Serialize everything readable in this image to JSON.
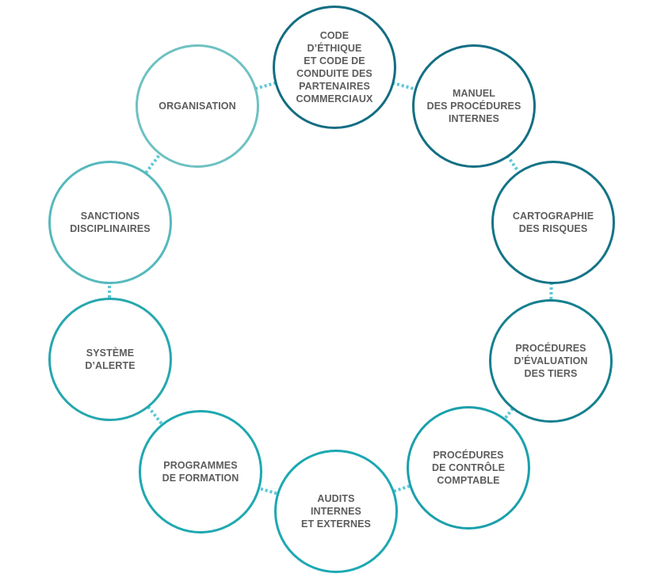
{
  "diagram": {
    "type": "cycle",
    "connector_color": "#5cc8d6",
    "nodes": [
      {
        "id": "code-ethique",
        "label": "CODE\nD’ÉTHIQUE\nET CODE DE\nCONDUITE DES\nPARTENAIRES\nCOMMERCIAUX",
        "border_color": "#136d82"
      },
      {
        "id": "manuel-procedures",
        "label": "MANUEL\nDES PROCÉDURES\nINTERNES",
        "border_color": "#136f84"
      },
      {
        "id": "cartographie-risques",
        "label": "CARTOGRAPHIE\nDES RISQUES",
        "border_color": "#147487"
      },
      {
        "id": "evaluation-tiers",
        "label": "PROCÉDURES\nD’ÉVALUATION\nDES TIERS",
        "border_color": "#16808f"
      },
      {
        "id": "controle-comptable",
        "label": "PROCÉDURES\nDE CONTRÔLE\nCOMPTABLE",
        "border_color": "#1aa0ab"
      },
      {
        "id": "audits",
        "label": "AUDITS\nINTERNES\nET EXTERNES",
        "border_color": "#1ca8b2"
      },
      {
        "id": "programmes-formation",
        "label": "PROGRAMMES\nDE FORMATION",
        "border_color": "#1ea8b0"
      },
      {
        "id": "systeme-alerte",
        "label": "SYSTÈME\nD’ALERTE",
        "border_color": "#26a7ae"
      },
      {
        "id": "sanctions",
        "label": "SANCTIONS\nDISCIPLINAIRES",
        "border_color": "#55b9bd"
      },
      {
        "id": "organisation",
        "label": "ORGANISATION",
        "border_color": "#6fc1c2"
      }
    ]
  }
}
